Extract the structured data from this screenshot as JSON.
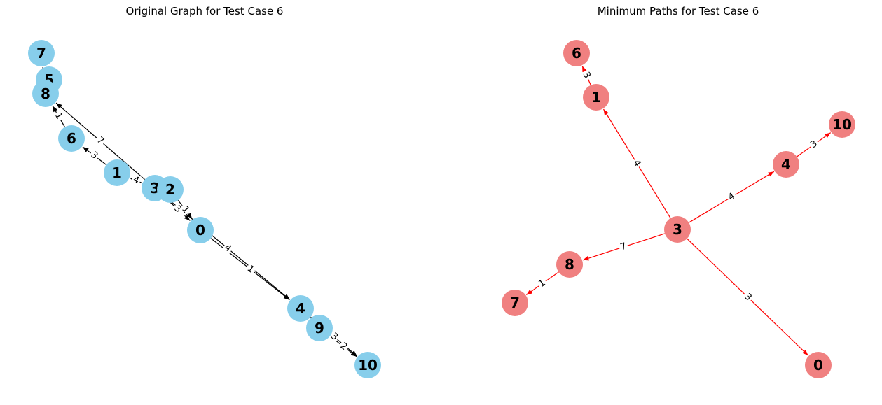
{
  "panels": [
    {
      "id": "original",
      "title": "Original Graph for Test Case 6",
      "node_color": "#87ceeb",
      "edge_color": "#000000",
      "nodes": [
        "7",
        "5",
        "8",
        "6",
        "1",
        "3",
        "2",
        "0",
        "4",
        "9",
        "10"
      ],
      "edges": [
        {
          "from": "3",
          "to": "8",
          "label": "7"
        },
        {
          "from": "6",
          "to": "8",
          "label": "1"
        },
        {
          "from": "1",
          "to": "6",
          "label": "3"
        },
        {
          "from": "8",
          "to": "7",
          "label": "1"
        },
        {
          "from": "3",
          "to": "1",
          "label": "4"
        },
        {
          "from": "3",
          "to": "0",
          "label": "3"
        },
        {
          "from": "2",
          "to": "0",
          "label": "1"
        },
        {
          "from": "3",
          "to": "4",
          "label": "4"
        },
        {
          "from": "0",
          "to": "4",
          "label": "1"
        },
        {
          "from": "9",
          "to": "10",
          "label": "2"
        },
        {
          "from": "4",
          "to": "10",
          "label": "3"
        }
      ]
    },
    {
      "id": "minimum",
      "title": "Minimum Paths for Test Case 6",
      "node_color": "#f08080",
      "edge_color": "#ff0000",
      "nodes": [
        "6",
        "1",
        "10",
        "4",
        "3",
        "8",
        "7",
        "0"
      ],
      "edges": [
        {
          "from": "1",
          "to": "6",
          "label": "3"
        },
        {
          "from": "3",
          "to": "1",
          "label": "4"
        },
        {
          "from": "4",
          "to": "10",
          "label": "3"
        },
        {
          "from": "3",
          "to": "4",
          "label": "4"
        },
        {
          "from": "3",
          "to": "8",
          "label": "7"
        },
        {
          "from": "8",
          "to": "7",
          "label": "1"
        },
        {
          "from": "3",
          "to": "0",
          "label": "3"
        }
      ]
    }
  ]
}
